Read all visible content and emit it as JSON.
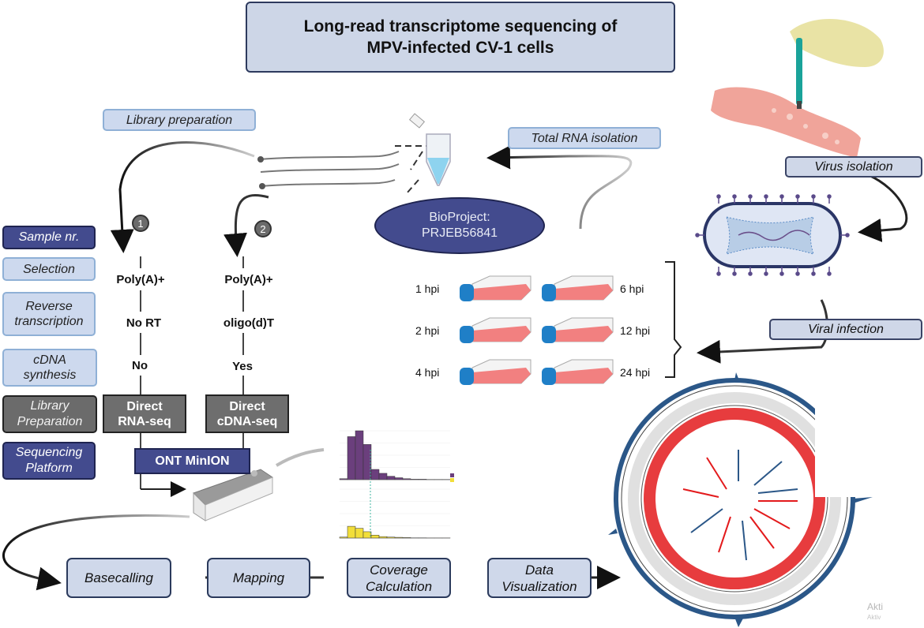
{
  "title": {
    "line1": "Long-read transcriptome sequencing of",
    "line2": "MPV-infected CV-1 cells"
  },
  "labels": {
    "library_preparation": "Library preparation",
    "total_rna_isolation": "Total RNA isolation",
    "virus_isolation": "Virus isolation",
    "viral_infection": "Viral infection"
  },
  "bioproject": {
    "line1": "BioProject:",
    "line2": "PRJEB56841"
  },
  "legend_rows": [
    {
      "label": "Sample nr.",
      "style": "dark"
    },
    {
      "label": "Selection",
      "style": "light"
    },
    {
      "label_lines": [
        "Reverse",
        "transcription"
      ],
      "style": "light"
    },
    {
      "label_lines": [
        "cDNA",
        "synthesis"
      ],
      "style": "light"
    },
    {
      "label_lines": [
        "Library",
        "Preparation"
      ],
      "style": "grey"
    },
    {
      "label_lines": [
        "Sequencing",
        "Platform"
      ],
      "style": "dark"
    }
  ],
  "workflows": [
    {
      "sample_nr": "1",
      "selection": "Poly(A)+",
      "reverse_transcription": "No RT",
      "cdna_synthesis": "No",
      "library_lines": [
        "Direct",
        "RNA-seq"
      ]
    },
    {
      "sample_nr": "2",
      "selection": "Poly(A)+",
      "reverse_transcription": "oligo(d)T",
      "cdna_synthesis": "Yes",
      "library_lines": [
        "Direct",
        "cDNA-seq"
      ]
    }
  ],
  "sequencing_platform": "ONT MinION",
  "timepoints": {
    "left": [
      "1 hpi",
      "2 hpi",
      "4 hpi"
    ],
    "right": [
      "6 hpi",
      "12 hpi",
      "24 hpi"
    ]
  },
  "pipeline": [
    {
      "lines": [
        "Basecalling"
      ]
    },
    {
      "lines": [
        "Mapping"
      ]
    },
    {
      "lines": [
        "Coverage",
        "Calculation"
      ]
    },
    {
      "lines": [
        "Data",
        "Visualization"
      ]
    }
  ],
  "read_length_histogram": {
    "panels": [
      {
        "color": "#6b3f7d",
        "relative_bars": [
          0.02,
          0.88,
          1.0,
          0.72,
          0.21,
          0.13,
          0.07,
          0.04,
          0.02,
          0.01,
          0.01,
          0.005,
          0.005,
          0.005
        ]
      },
      {
        "color": "#f2de3a",
        "relative_bars": [
          0.02,
          0.24,
          0.2,
          0.13,
          0.06,
          0.03,
          0.02,
          0.015,
          0.01,
          0.005,
          0.005,
          0.003,
          0.003,
          0.003
        ]
      }
    ]
  },
  "colors": {
    "navy": "#434b8e",
    "light_blue": "#cdd9ee",
    "coverage_red": "#e31a1c",
    "coverage_blue": "#2b5788",
    "flask_cap": "#1f7fc7",
    "flask_media": "#f28080"
  },
  "watermark": {
    "line1": "Akti",
    "line2": "Aktiv"
  }
}
